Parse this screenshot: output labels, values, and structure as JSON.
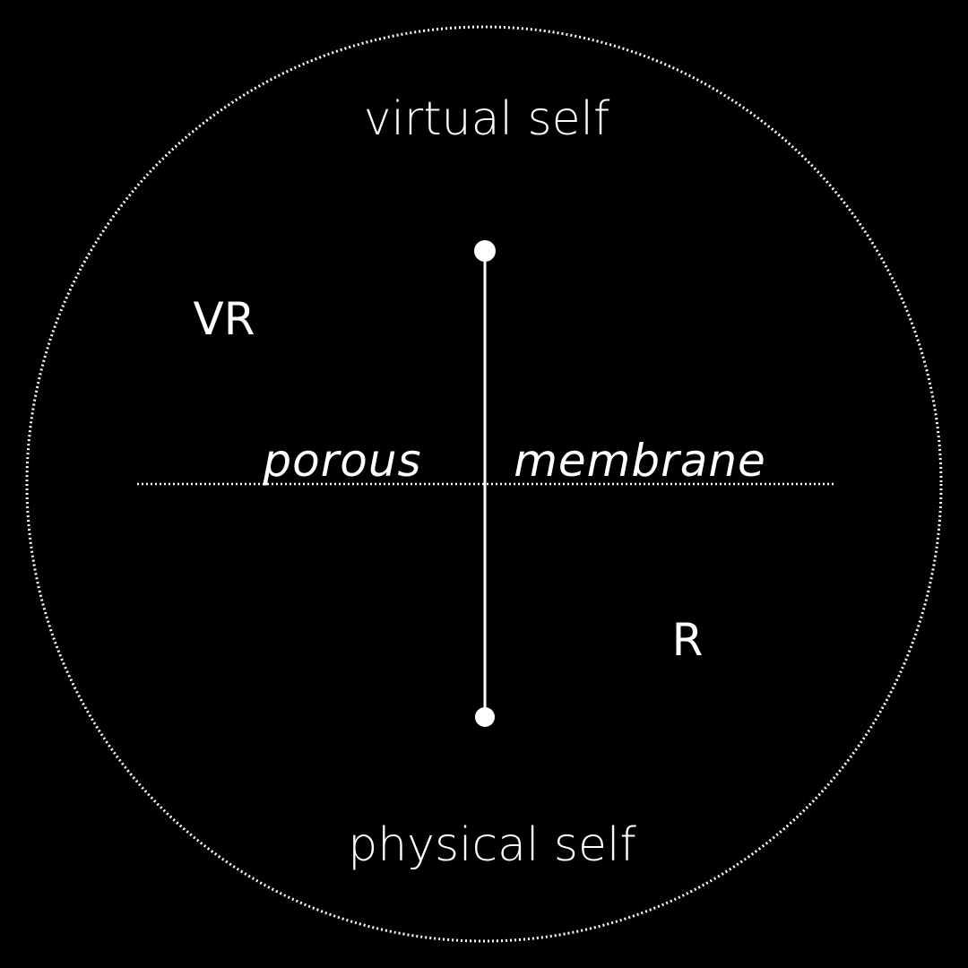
{
  "labels": {
    "top": "virtual self",
    "bottom": "physical self",
    "left_region": "VR",
    "right_region": "R",
    "membrane_left": "porous",
    "membrane_right": "membrane"
  },
  "colors": {
    "background": "#000000",
    "foreground": "#ffffff"
  },
  "style": {
    "outer_boundary": "dotted circle",
    "membrane_line": "dotted horizontal",
    "spectrum_axis": "solid vertical with dot endpoints"
  }
}
